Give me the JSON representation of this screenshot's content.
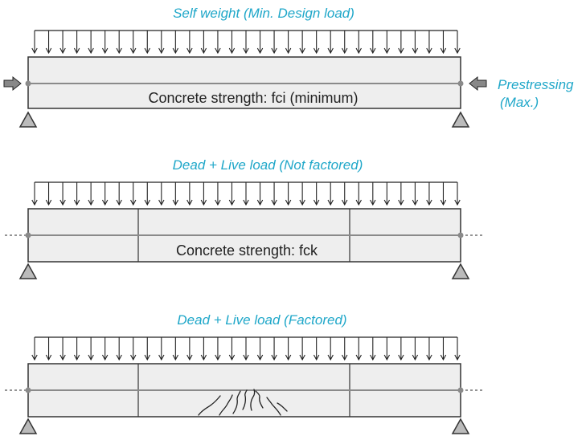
{
  "panels": [
    {
      "title": "Self weight (Min. Design load)",
      "inner_label": "Concrete strength: fci (minimum)",
      "prestress_label_line1": "Prestressing",
      "prestress_label_line2": "(Max.)"
    },
    {
      "title": "Dead + Live load (Not factored)",
      "inner_label": "Concrete strength: fck"
    },
    {
      "title": "Dead + Live load (Factored)",
      "inner_label": ""
    }
  ],
  "colors": {
    "title": "#1fa7c9",
    "beam_fill": "#eeeeee",
    "beam_stroke": "#333333",
    "tendon": "#8a8a8a",
    "support_fill": "#bbbbbb",
    "arrow": "#222222"
  }
}
